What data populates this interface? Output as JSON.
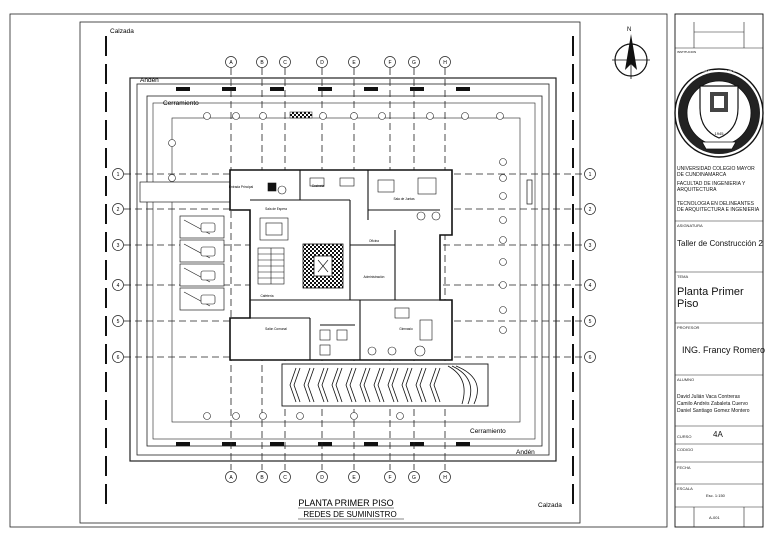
{
  "drawing": {
    "labels": {
      "calzada_top": "Calzada",
      "calzada_bottom": "Calzada",
      "anden_top": "Andén",
      "anden_bottom": "Andén",
      "cerramiento_top": "Cerramiento",
      "cerramiento_bottom": "Cerramiento"
    },
    "axes": {
      "columns": [
        "A",
        "B",
        "C",
        "D",
        "E",
        "F",
        "G",
        "H"
      ],
      "rows": [
        "1",
        "2",
        "3",
        "4",
        "5",
        "6"
      ]
    },
    "rooms": {
      "entrada_principal": "Entrada Principal",
      "cocineta": "Cocineta",
      "sala_espera": "Sala de Espera",
      "sala_juntas": "Sala de Juntas",
      "oficina": "Oficina",
      "administracion": "Administración",
      "gimnasio": "Gimnasio",
      "cafeteria": "Cafetería",
      "salon_comunal": "Salón Comunal"
    },
    "north_letter": "N",
    "title": "PLANTA PRIMER PISO",
    "subtitle": "REDES DE SUMINISTRO"
  },
  "title_block": {
    "logo_ring_text": "UNIVERSIDAD COLEGIO MAYOR DE CUNDINAMARCA",
    "logo_year": "1945",
    "institucion_label": "INSTITUCION",
    "institution_name": "UNIVERSIDAD COLEGIO MAYOR DE CUNDINAMARCA",
    "faculty": "FACULTAD DE INGENIERIA Y ARQUITECTURA",
    "program": "TECNOLOGIA EN DELINEANTES DE ARQUITECTURA E INGENIERIA",
    "asignatura_label": "ASIGNATURA",
    "asignatura": "Taller de Construcción 2",
    "tema_label": "TEMA",
    "tema": "Planta Primer Piso",
    "profesor_label": "PROFESOR",
    "profesor": "ING. Francy Romero",
    "alumno_label": "ALUMNO",
    "alumnos": [
      "David Julián Vaca Contreras",
      "Camilo Andrés Zabaleta Cuervo",
      "Daniel Santiago Gomez Montero"
    ],
    "curso_label": "CURSO",
    "curso": "4A",
    "codigo_label": "CODIGO",
    "fecha_label": "FECHA",
    "escala_label": "ESCALA",
    "escala": "Esc. 1:150",
    "sheet": "A-001"
  },
  "colors": {
    "line": "#222222",
    "dark": "#111111",
    "hatch": "#555555",
    "paper": "#ffffff"
  }
}
